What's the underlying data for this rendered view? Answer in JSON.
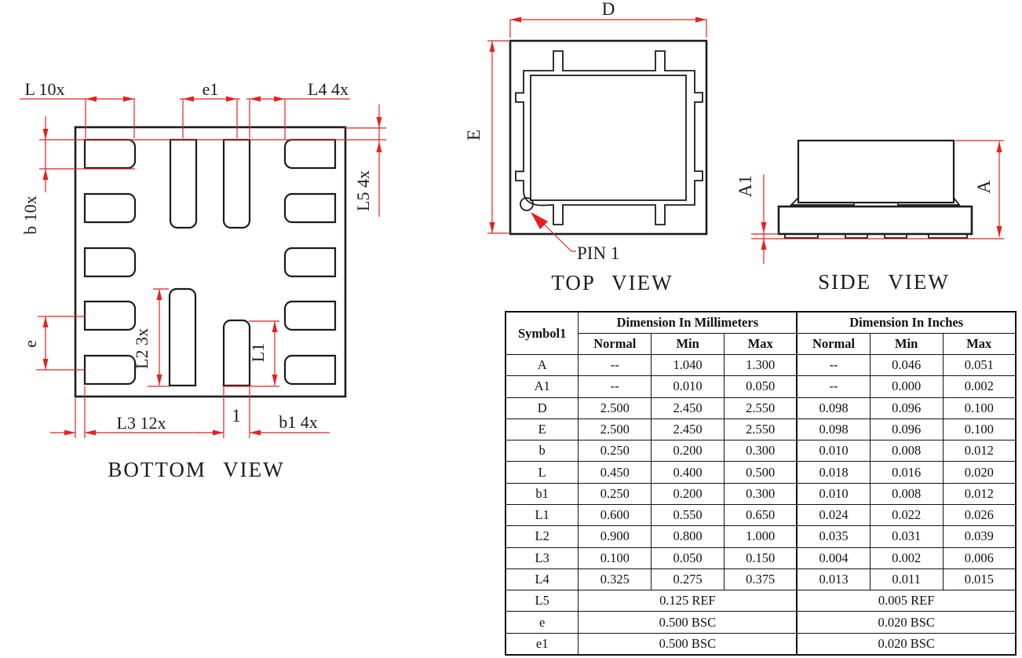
{
  "colors": {
    "dim_red": "#e8201e",
    "ink": "#1c1c1c",
    "paper": "#ffffff"
  },
  "drawing": {
    "bottom_view": {
      "caption": "BOTTOM VIEW",
      "labels": {
        "l": "L 10x",
        "e1": "e1",
        "l4": "L4 4x",
        "l5": "L5 4x",
        "b": "b 10x",
        "e": "e",
        "l2": "L2 3x",
        "l1": "L1",
        "l3": "L3 12x",
        "pin1_number": "1",
        "b1": "b1 4x"
      }
    },
    "top_view": {
      "caption": "TOP VIEW",
      "labels": {
        "d": "D",
        "e": "E",
        "pin1": "PIN 1"
      }
    },
    "side_view": {
      "caption": "SIDE VIEW",
      "labels": {
        "a": "A",
        "a1": "A1"
      }
    }
  },
  "table": {
    "header": {
      "symbol": "Symbol1",
      "mm_group": "Dimension In Millimeters",
      "inch_group": "Dimension In Inches",
      "normal": "Normal",
      "min": "Min",
      "max": "Max"
    },
    "rows": [
      {
        "symbol": "A",
        "mm": [
          "--",
          "1.040",
          "1.300"
        ],
        "inch": [
          "--",
          "0.046",
          "0.051"
        ]
      },
      {
        "symbol": "A1",
        "mm": [
          "--",
          "0.010",
          "0.050"
        ],
        "inch": [
          "--",
          "0.000",
          "0.002"
        ]
      },
      {
        "symbol": "D",
        "mm": [
          "2.500",
          "2.450",
          "2.550"
        ],
        "inch": [
          "0.098",
          "0.096",
          "0.100"
        ]
      },
      {
        "symbol": "E",
        "mm": [
          "2.500",
          "2.450",
          "2.550"
        ],
        "inch": [
          "0.098",
          "0.096",
          "0.100"
        ]
      },
      {
        "symbol": "b",
        "mm": [
          "0.250",
          "0.200",
          "0.300"
        ],
        "inch": [
          "0.010",
          "0.008",
          "0.012"
        ]
      },
      {
        "symbol": "L",
        "mm": [
          "0.450",
          "0.400",
          "0.500"
        ],
        "inch": [
          "0.018",
          "0.016",
          "0.020"
        ]
      },
      {
        "symbol": "b1",
        "mm": [
          "0.250",
          "0.200",
          "0.300"
        ],
        "inch": [
          "0.010",
          "0.008",
          "0.012"
        ]
      },
      {
        "symbol": "L1",
        "mm": [
          "0.600",
          "0.550",
          "0.650"
        ],
        "inch": [
          "0.024",
          "0.022",
          "0.026"
        ]
      },
      {
        "symbol": "L2",
        "mm": [
          "0.900",
          "0.800",
          "1.000"
        ],
        "inch": [
          "0.035",
          "0.031",
          "0.039"
        ]
      },
      {
        "symbol": "L3",
        "mm": [
          "0.100",
          "0.050",
          "0.150"
        ],
        "inch": [
          "0.004",
          "0.002",
          "0.006"
        ]
      },
      {
        "symbol": "L4",
        "mm": [
          "0.325",
          "0.275",
          "0.375"
        ],
        "inch": [
          "0.013",
          "0.011",
          "0.015"
        ]
      },
      {
        "symbol": "L5",
        "mm_span": "0.125 REF",
        "inch_span": "0.005 REF"
      },
      {
        "symbol": "e",
        "mm_span": "0.500 BSC",
        "inch_span": "0.020 BSC"
      },
      {
        "symbol": "e1",
        "mm_span": "0.500 BSC",
        "inch_span": "0.020 BSC"
      }
    ]
  }
}
